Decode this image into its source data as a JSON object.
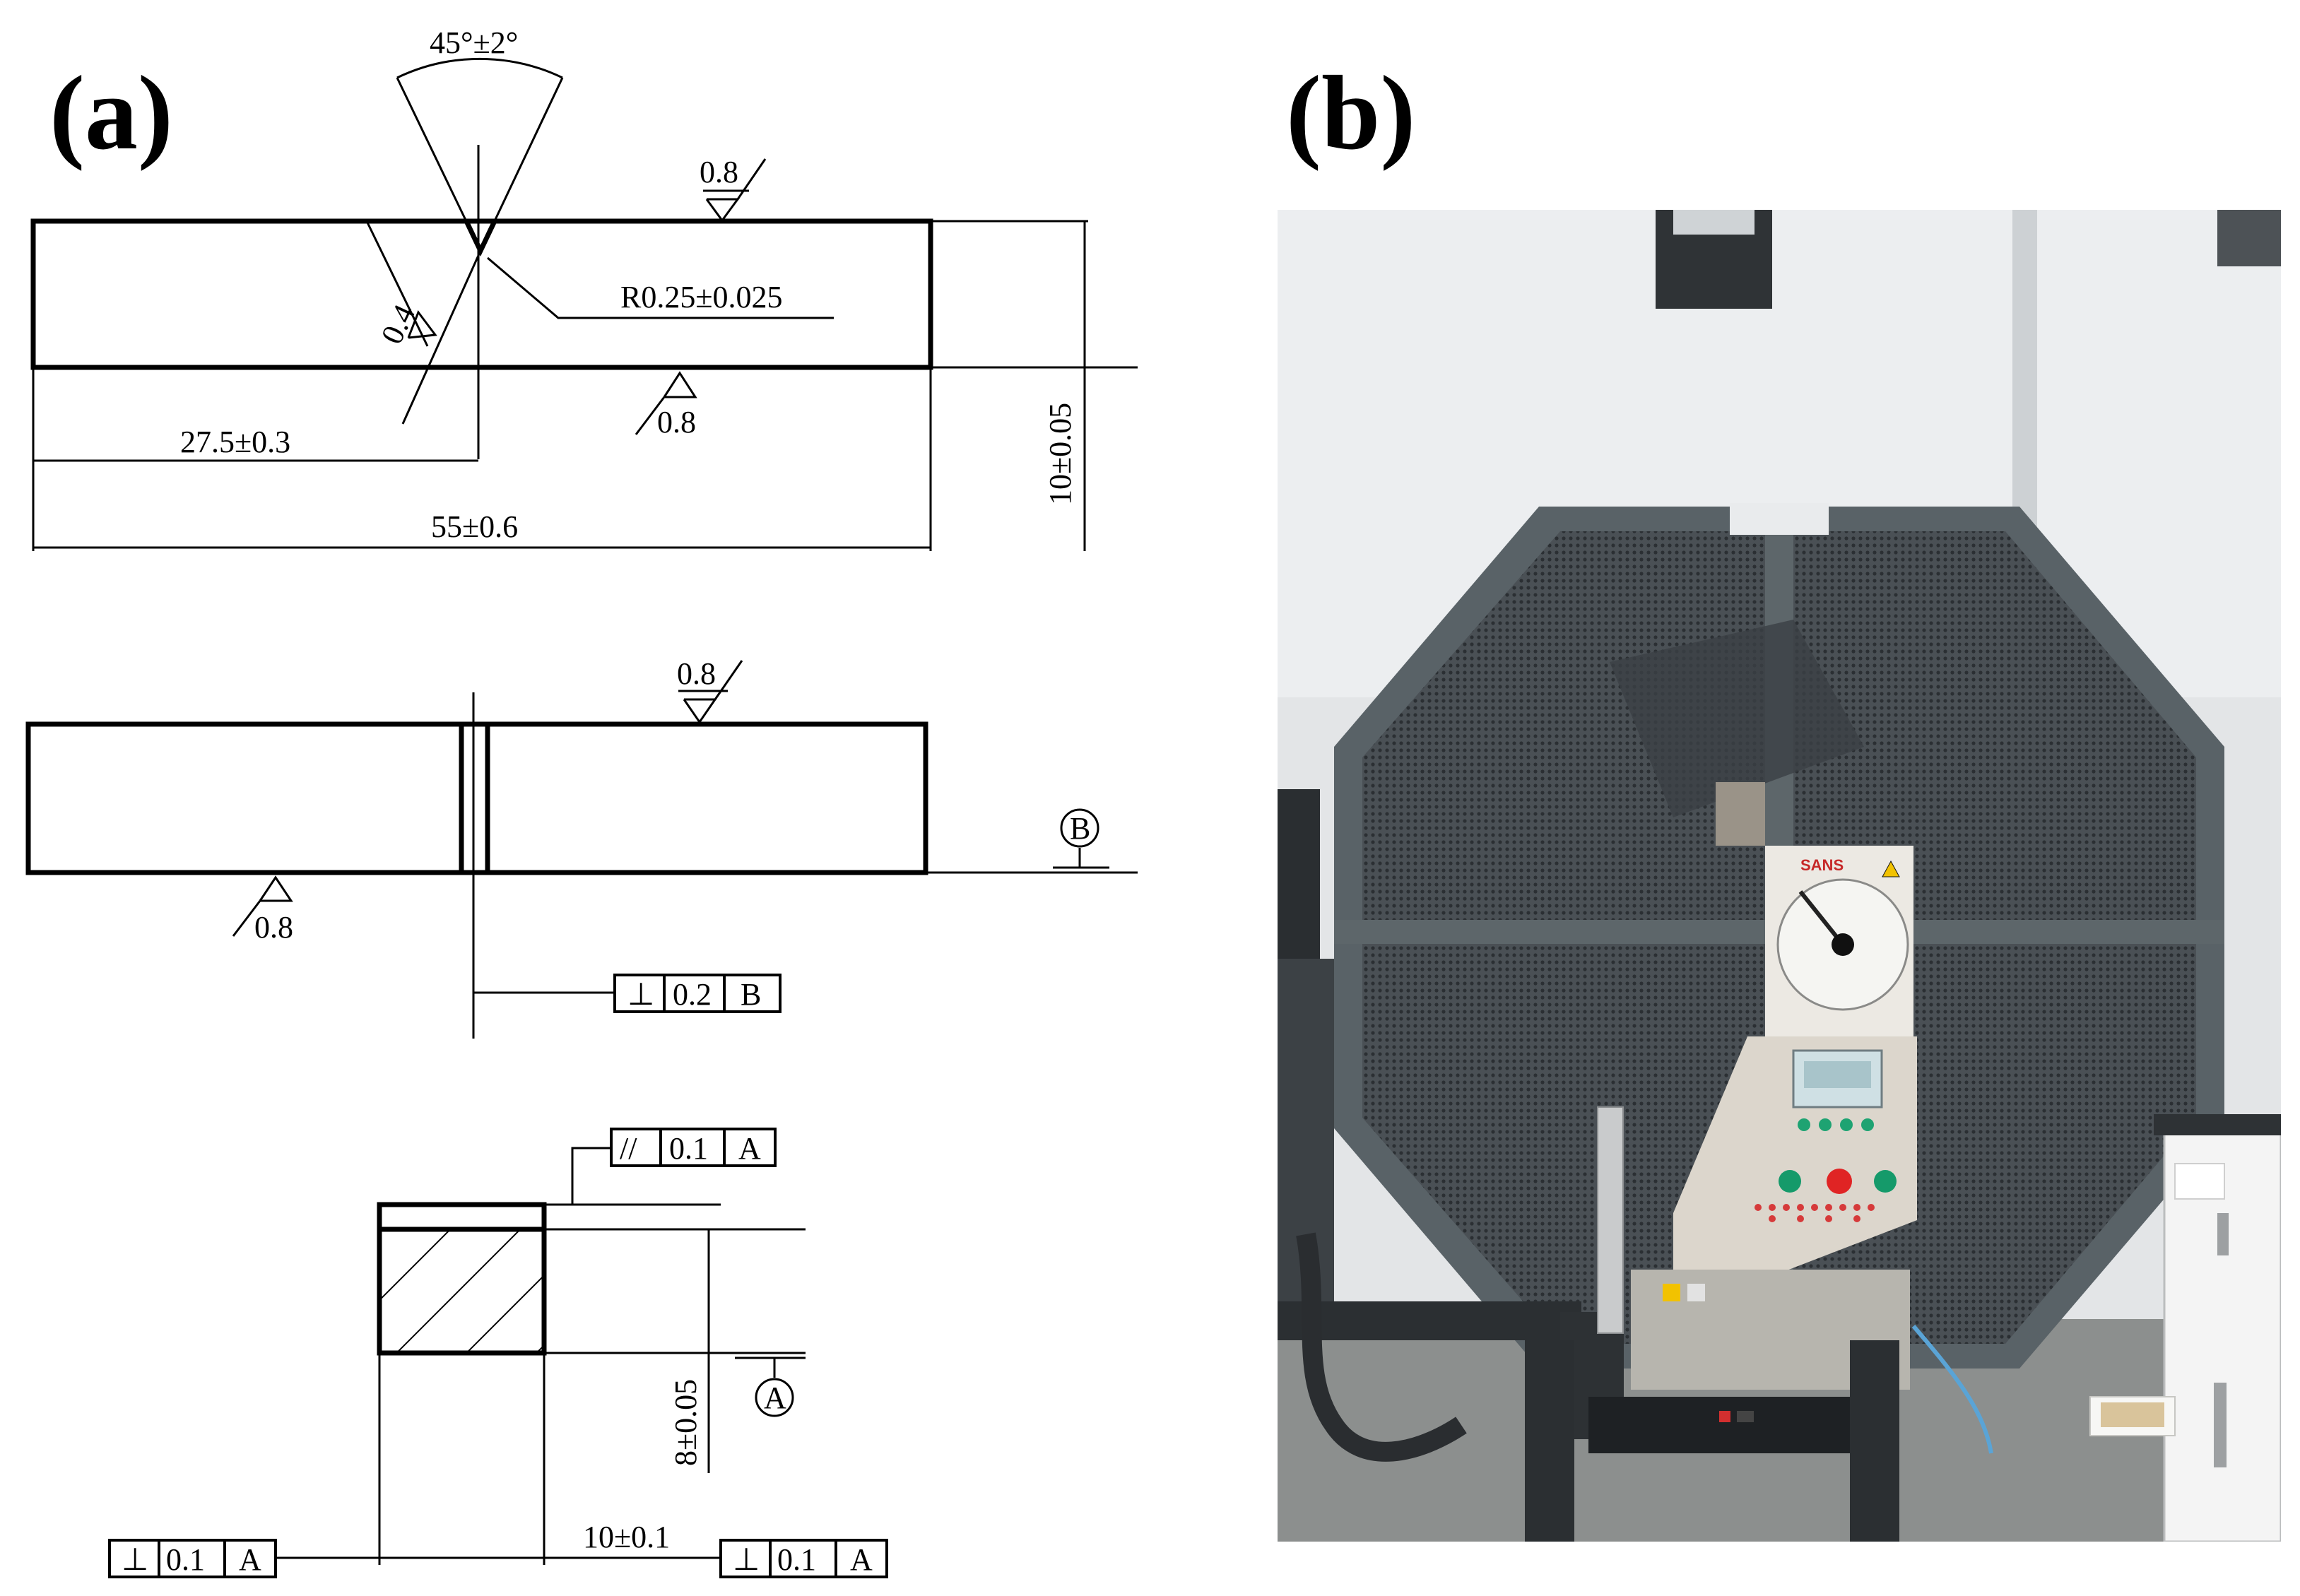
{
  "panel_a": {
    "label": "(a)",
    "view1": {
      "angle": "45°±2°",
      "rough_top": "0.8",
      "rough_notch": "0.4",
      "radius": "R0.25±0.025",
      "rough_bottom": "0.8",
      "half_length": "27.5±0.3",
      "length": "55±0.6",
      "height": "10±0.05"
    },
    "view2": {
      "rough_top": "0.8",
      "rough_bottom": "0.8",
      "datum": "B",
      "fcf": {
        "symbol": "⊥",
        "value": "0.2",
        "datum": "B"
      }
    },
    "view3": {
      "fcf_top": {
        "symbol": "//",
        "value": "0.1",
        "datum": "A"
      },
      "datum": "A",
      "depth": "8±0.05",
      "width": "10±0.1",
      "fcf_left": {
        "symbol": "⊥",
        "value": "0.1",
        "datum": "A"
      },
      "fcf_right": {
        "symbol": "⊥",
        "value": "0.1",
        "datum": "A"
      }
    }
  },
  "panel_b": {
    "label": "(b)",
    "photo": {
      "brand": "SANS",
      "colors": {
        "wall": "#e4e6e8",
        "frame": "#5d666a",
        "mesh": "#3a3f44",
        "panel": "#dcd6cc",
        "floor": "#8d8f8e"
      }
    }
  }
}
